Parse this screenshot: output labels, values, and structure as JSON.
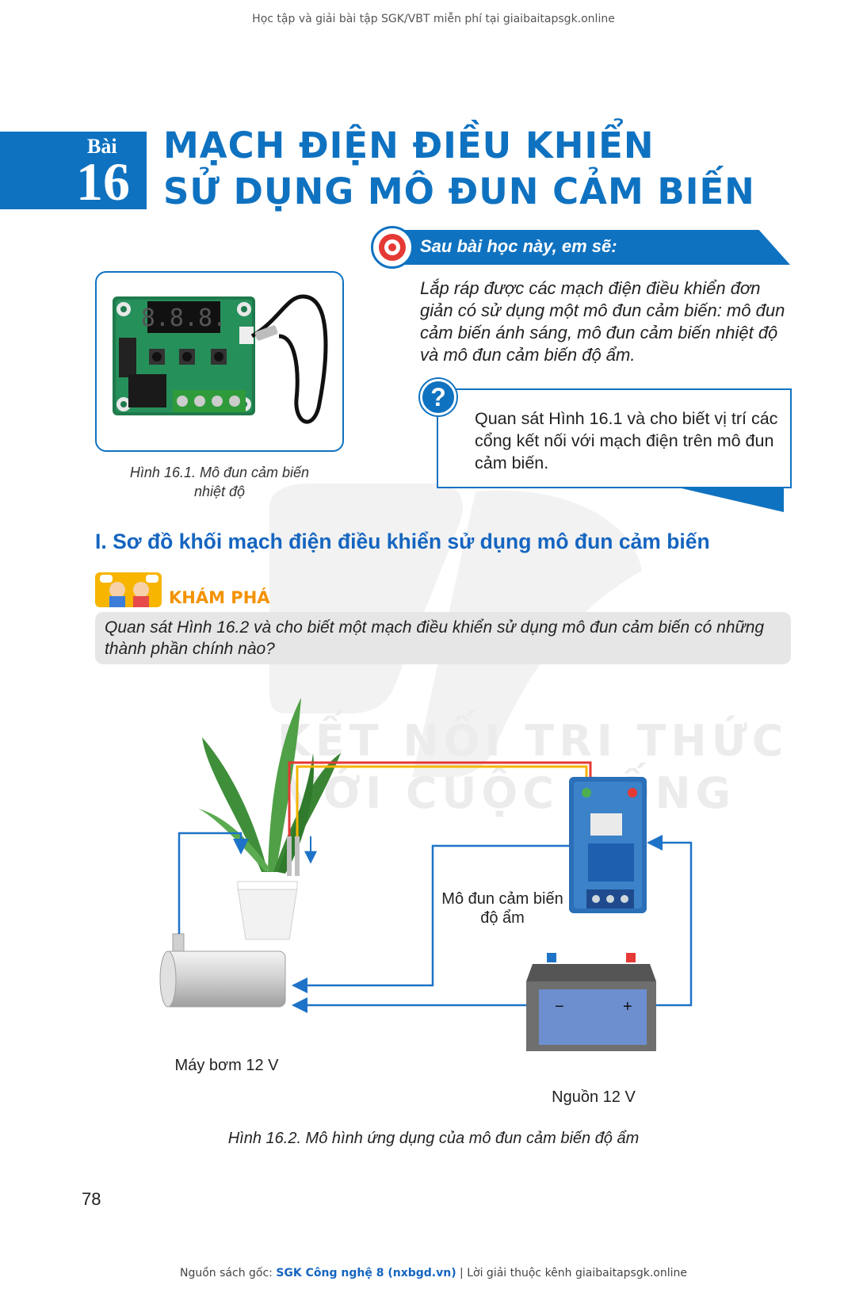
{
  "top_note": "Học tập và giải bài tập SGK/VBT miễn phí tại giaibaitapsgk.online",
  "lesson": {
    "label": "Bài",
    "number": "16",
    "title_line1": "MẠCH ĐIỆN ĐIỀU KHIỂN",
    "title_line2": "SỬ DỤNG MÔ ĐUN CẢM BIẾN"
  },
  "objectives": {
    "heading": "Sau bài học này, em sẽ:",
    "text": "Lắp ráp được các mạch điện điều khiển đơn giản có sử dụng một mô đun cảm biến: mô đun cảm biến ánh sáng, mô đun cảm biến nhiệt độ và mô đun cảm biến độ ẩm."
  },
  "figure1": {
    "caption_line1": "Hình 16.1. Mô đun cảm biến",
    "caption_line2": "nhiệt độ",
    "display_digits": "8.8.8."
  },
  "question": {
    "icon": "?",
    "text": "Quan sát Hình 16.1 và cho biết vị trí các cổng kết nối với mạch điện trên mô đun cảm biến."
  },
  "section_heading": "I. Sơ đồ khối mạch điện điều khiển sử dụng mô đun cảm biến",
  "explore": {
    "label": "KHÁM PHÁ",
    "text": "Quan sát Hình 16.2 và cho biết một mạch điều khiển sử dụng mô đun cảm biến có những thành phần chính nào?"
  },
  "watermark": {
    "line1": "KẾT NỐI TRI THỨC",
    "line2": "VỚI CUỘC SỐNG"
  },
  "figure2": {
    "sensor_label_line1": "Mô đun cảm biến",
    "sensor_label_line2": "độ ẩm",
    "pump_label": "Máy bơm 12 V",
    "source_label": "Nguồn 12 V",
    "battery_minus": "−",
    "battery_plus": "+",
    "caption": "Hình 16.2. Mô hình ứng dụng của mô đun cảm biến độ ẩm"
  },
  "page_number": "78",
  "bottom_note": {
    "prefix": "Nguồn sách gốc: ",
    "source": "SGK Công nghệ 8 (nxbgd.vn)",
    "suffix": " | Lời giải thuộc kênh giaibaitapsgk.online"
  },
  "colors": {
    "primary_blue": "#0f72c0",
    "heading_blue": "#1565c0",
    "explore_orange": "#f39200"
  }
}
